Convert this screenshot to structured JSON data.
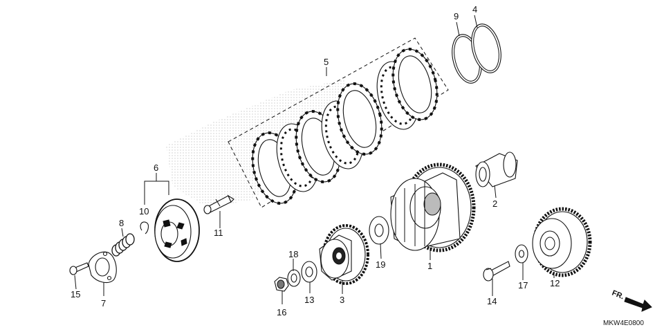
{
  "diagram": {
    "drawing_code": "MKW4E0800",
    "direction_label": "FR.",
    "callouts": {
      "c1": "1",
      "c2": "2",
      "c3": "3",
      "c4": "4",
      "c5": "5",
      "c6": "6",
      "c7": "7",
      "c8": "8",
      "c9": "9",
      "c10": "10",
      "c11": "11",
      "c12": "12",
      "c13": "13",
      "c14": "14",
      "c15": "15",
      "c16": "16",
      "c17": "17",
      "c18": "18",
      "c19": "19"
    }
  }
}
